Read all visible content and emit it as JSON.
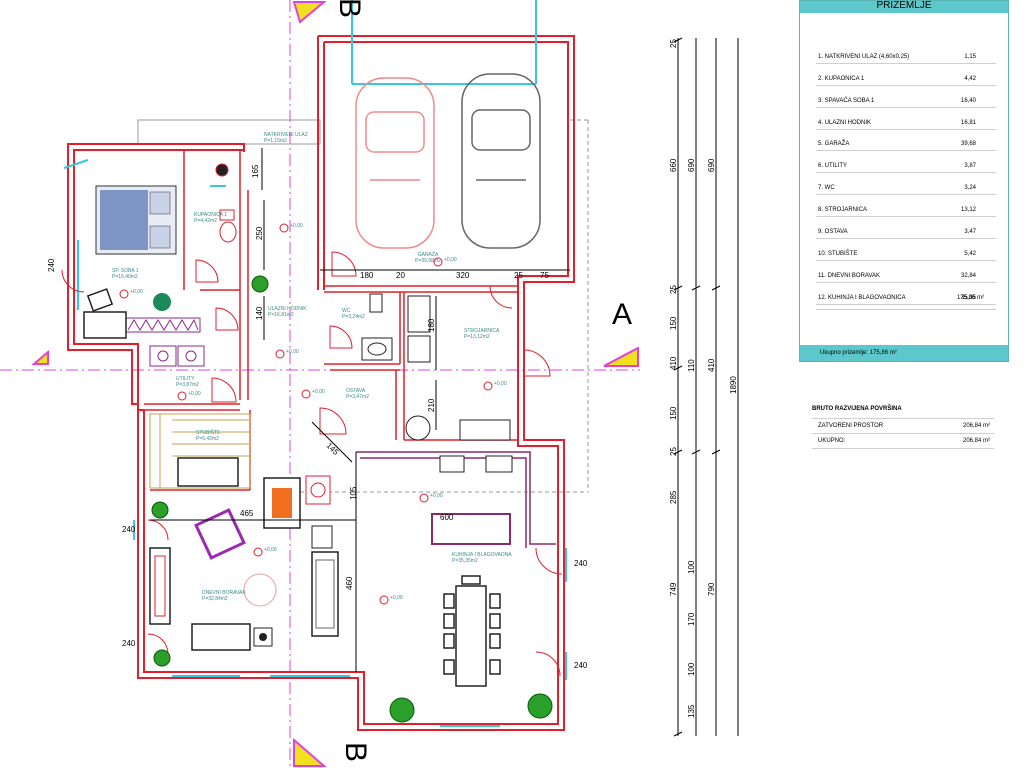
{
  "sections": {
    "a": "A",
    "b": "B"
  },
  "rooms": [
    {
      "id": "spavaca",
      "name": "SP. SOBA 1",
      "area": "P=16,40m2"
    },
    {
      "id": "kupaonica",
      "name": "KUPAONICA 1",
      "area": "P=4,42m2"
    },
    {
      "id": "ulaz",
      "name": "NATKRIVENI ULAZ",
      "area": "P=1,15m2"
    },
    {
      "id": "hodnik",
      "name": "ULAZNI HODNIK",
      "area": "P=16,81m2"
    },
    {
      "id": "garaza",
      "name": "GARAŽA",
      "area": "P=39,68m2"
    },
    {
      "id": "wc",
      "name": "WC",
      "area": "P=3,24m2"
    },
    {
      "id": "strojarnica",
      "name": "STROJARNICA",
      "area": "P=13,12m2"
    },
    {
      "id": "utility",
      "name": "UTILITY",
      "area": "P=3,87m2"
    },
    {
      "id": "ostava",
      "name": "OSTAVA",
      "area": "P=3,47m2"
    },
    {
      "id": "stubiste",
      "name": "STUBIŠTE",
      "area": "P=5,42m2"
    },
    {
      "id": "boravak",
      "name": "DNEVNI BORAVAK",
      "area": "P=32,84m2"
    },
    {
      "id": "kuhinja",
      "name": "KUHINJA I BLAGOVAONA",
      "area": "P=35,35m2"
    }
  ],
  "levels": {
    "entry": "+0,00"
  },
  "dims": {
    "d180": "180",
    "d20": "20",
    "d320": "320",
    "d25": "25",
    "d75": "75",
    "d465": "465",
    "d460": "460",
    "d105": "105",
    "d250": "250",
    "d140": "140",
    "d210": "210",
    "d180v": "180",
    "d145": "145",
    "d165": "165",
    "d600": "600",
    "side_left": [
      "240",
      "240",
      "240",
      "240",
      "240"
    ]
  },
  "rulers": {
    "r1": [
      "25",
      "660",
      "25",
      "150",
      "410",
      "150",
      "25",
      "285",
      "749",
      "100",
      "170",
      "100",
      "135"
    ],
    "r2": [
      "690",
      "110",
      "790"
    ],
    "r3": [
      "690",
      "410"
    ],
    "r4": [
      "1890"
    ]
  },
  "legend": {
    "title": "PRIZEMLJE",
    "rows": [
      {
        "name": "1. NATKRIVENI ULAZ (4,60x0,25)",
        "value": "1,15"
      },
      {
        "name": "2. KUPAONICA 1",
        "value": "4,42"
      },
      {
        "name": "3. SPAVAĆA SOBA 1",
        "value": "16,40"
      },
      {
        "name": "4. ULAZNI HODNIK",
        "value": "16,81"
      },
      {
        "name": "5. GARAŽA",
        "value": "39,68"
      },
      {
        "name": "6. UTILITY",
        "value": "3,87"
      },
      {
        "name": "7. WC",
        "value": "3,24"
      },
      {
        "name": "8. STROJARNICA",
        "value": "13,12"
      },
      {
        "name": "9. OSTAVA",
        "value": "3,47"
      },
      {
        "name": "10. STUBIŠTE",
        "value": "5,42"
      },
      {
        "name": "11. DNEVNI BORAVAK",
        "value": "32,84"
      },
      {
        "name": "12. KUHINJA I BLAGOVAONICA",
        "value": "35,35"
      }
    ],
    "total": "175,86 m²",
    "footer": "Ukupno prizemlje: 175,86 m²"
  },
  "gross": {
    "title": "BRUTO RAZVIJENA POVRŠINA",
    "rows": [
      {
        "name": "ZATVORENI PROSTOR",
        "value": "206,84 m²"
      },
      {
        "name": "UKUPNO:",
        "value": "206,84 m²"
      }
    ]
  },
  "colors": {
    "wall": "#e0202c",
    "axis": "#e040e0",
    "window": "#39c6e0",
    "dim": "#000000"
  }
}
